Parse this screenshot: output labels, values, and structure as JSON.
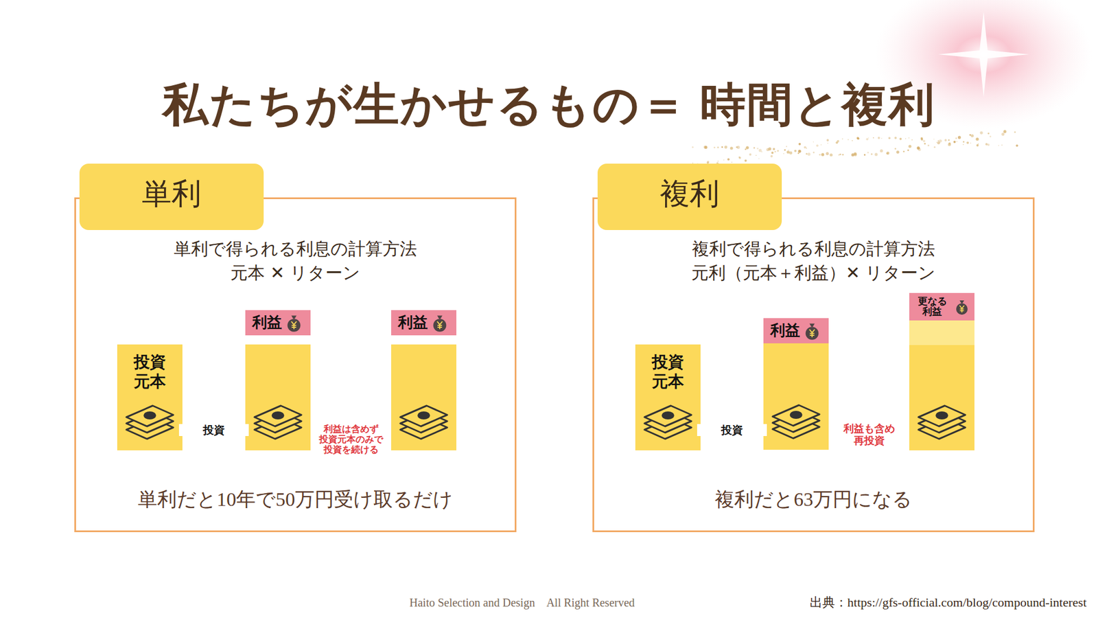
{
  "diagram": {
    "title": "私たちが生かせるもの＝ 時間と複利",
    "nodes": [
      {
        "text": [
          "単利",
          "単利で得られる利息の計算方法 元本 ✕ リターン",
          "単利だと10年で50万円受け取るだけ"
        ]
      },
      {
        "text": [
          "投資 元本"
        ],
        "in": 0
      },
      {
        "text": [
          "利益"
        ],
        "in": 0
      },
      {
        "text": [
          "利益"
        ],
        "in": 0
      },
      {
        "text": [
          "複利",
          "複利で得られる利息の計算方法 元利（元本＋利益）✕ リターン",
          "複利だと63万円になる"
        ]
      },
      {
        "text": [
          "投資 元本"
        ],
        "in": 4
      },
      {
        "text": [
          "利益"
        ],
        "in": 4
      },
      {
        "text": [
          "更なる 利益"
        ],
        "in": 4
      }
    ],
    "edges": [
      {
        "from": 1,
        "to": 2,
        "arrow": "to",
        "label": "投資"
      },
      {
        "from": 2,
        "to": 3,
        "arrow": "to",
        "label": "利益は含めず 投資元本のみで 投資を続ける"
      },
      {
        "from": 5,
        "to": 6,
        "arrow": "to",
        "label": "投資"
      },
      {
        "from": 6,
        "to": 7,
        "arrow": "to",
        "label": "利益も含め 再投資"
      }
    ],
    "labels": [
      "Haito Selection and Design　All Right Reserved",
      "出典：https://gfs-official.com/blog/compound-interest"
    ]
  }
}
